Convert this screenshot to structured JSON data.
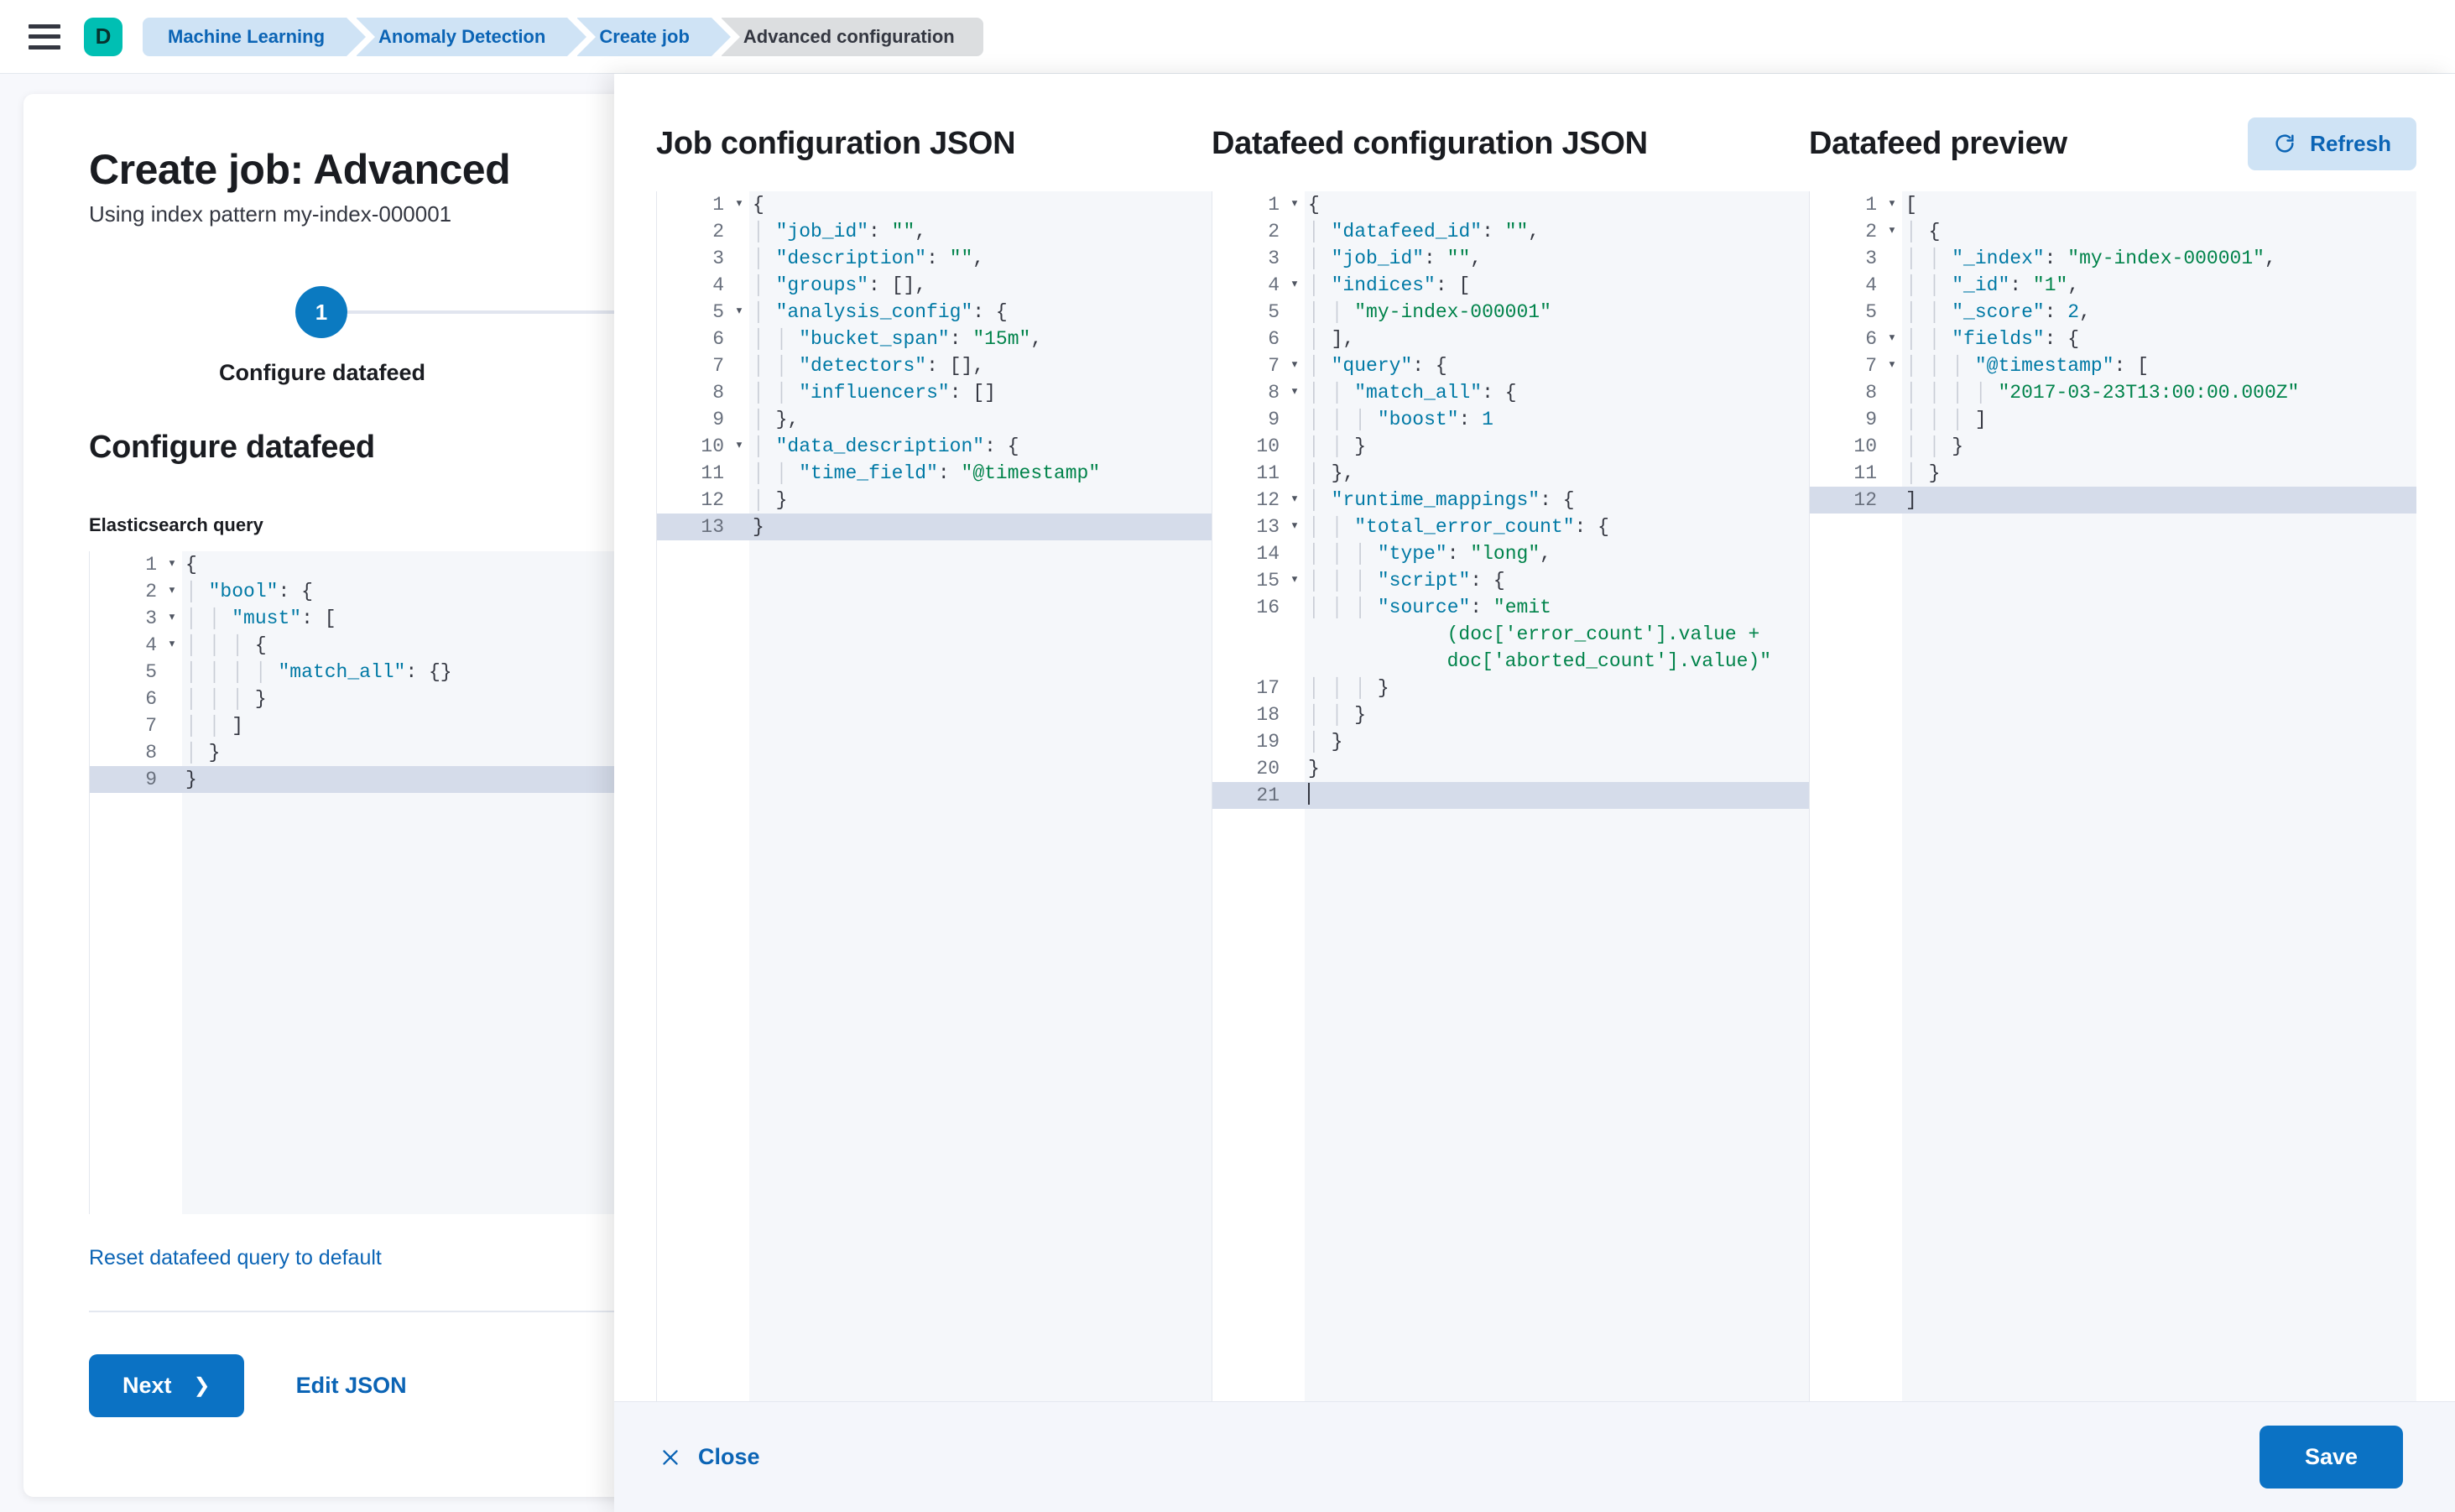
{
  "header": {
    "menu_icon": "hamburger-icon",
    "logo_letter": "D",
    "breadcrumbs": [
      {
        "label": "Machine Learning",
        "active": false
      },
      {
        "label": "Anomaly Detection",
        "active": false
      },
      {
        "label": "Create job",
        "active": false
      },
      {
        "label": "Advanced configuration",
        "active": true
      }
    ]
  },
  "wizard": {
    "title": "Create job: Advanced",
    "subtitle": "Using index pattern my-index-000001",
    "step_number": "1",
    "step_label": "Configure datafeed",
    "section_title": "Configure datafeed",
    "query_field_label": "Elasticsearch query",
    "reset_link": "Reset datafeed query to default",
    "next_label": "Next",
    "next_chevron": "chevron-right-icon",
    "edit_json_label": "Edit JSON",
    "query_editor": {
      "active_line": 9,
      "lines": [
        {
          "n": "1",
          "fold": true,
          "code": "{"
        },
        {
          "n": "2",
          "fold": true,
          "code": "  \"bool\": {"
        },
        {
          "n": "3",
          "fold": true,
          "code": "    \"must\": ["
        },
        {
          "n": "4",
          "fold": true,
          "code": "      {"
        },
        {
          "n": "5",
          "fold": false,
          "code": "        \"match_all\": {}"
        },
        {
          "n": "6",
          "fold": false,
          "code": "      }"
        },
        {
          "n": "7",
          "fold": false,
          "code": "    ]"
        },
        {
          "n": "8",
          "fold": false,
          "code": "  }"
        },
        {
          "n": "9",
          "fold": false,
          "code": "}"
        }
      ]
    }
  },
  "flyout": {
    "job_config": {
      "title": "Job configuration JSON",
      "active_line": 13,
      "lines": [
        {
          "n": "1",
          "fold": true,
          "code": "{"
        },
        {
          "n": "2",
          "fold": false,
          "code": "  \"job_id\": \"\","
        },
        {
          "n": "3",
          "fold": false,
          "code": "  \"description\": \"\","
        },
        {
          "n": "4",
          "fold": false,
          "code": "  \"groups\": [],"
        },
        {
          "n": "5",
          "fold": true,
          "code": "  \"analysis_config\": {"
        },
        {
          "n": "6",
          "fold": false,
          "code": "    \"bucket_span\": \"15m\","
        },
        {
          "n": "7",
          "fold": false,
          "code": "    \"detectors\": [],"
        },
        {
          "n": "8",
          "fold": false,
          "code": "    \"influencers\": []"
        },
        {
          "n": "9",
          "fold": false,
          "code": "  },"
        },
        {
          "n": "10",
          "fold": true,
          "code": "  \"data_description\": {"
        },
        {
          "n": "11",
          "fold": false,
          "code": "    \"time_field\": \"@timestamp\""
        },
        {
          "n": "12",
          "fold": false,
          "code": "  }"
        },
        {
          "n": "13",
          "fold": false,
          "code": "}"
        }
      ]
    },
    "datafeed_config": {
      "title": "Datafeed configuration JSON",
      "active_line": 21,
      "lines": [
        {
          "n": "1",
          "fold": true,
          "code": "{"
        },
        {
          "n": "2",
          "fold": false,
          "code": "  \"datafeed_id\": \"\","
        },
        {
          "n": "3",
          "fold": false,
          "code": "  \"job_id\": \"\","
        },
        {
          "n": "4",
          "fold": true,
          "code": "  \"indices\": ["
        },
        {
          "n": "5",
          "fold": false,
          "code": "    \"my-index-000001\""
        },
        {
          "n": "6",
          "fold": false,
          "code": "  ],"
        },
        {
          "n": "7",
          "fold": true,
          "code": "  \"query\": {"
        },
        {
          "n": "8",
          "fold": true,
          "code": "    \"match_all\": {"
        },
        {
          "n": "9",
          "fold": false,
          "code": "      \"boost\": 1"
        },
        {
          "n": "10",
          "fold": false,
          "code": "    }"
        },
        {
          "n": "11",
          "fold": false,
          "code": "  },"
        },
        {
          "n": "12",
          "fold": true,
          "code": "  \"runtime_mappings\": {"
        },
        {
          "n": "13",
          "fold": true,
          "code": "    \"total_error_count\": {"
        },
        {
          "n": "14",
          "fold": false,
          "code": "      \"type\": \"long\","
        },
        {
          "n": "15",
          "fold": true,
          "code": "      \"script\": {"
        },
        {
          "n": "16",
          "fold": false,
          "code": "        \"source\": \"emit(doc['error_count'].value + doc['aborted_count'].value)\"",
          "wrap": true
        },
        {
          "n": "17",
          "fold": false,
          "code": "      }"
        },
        {
          "n": "18",
          "fold": false,
          "code": "    }"
        },
        {
          "n": "19",
          "fold": false,
          "code": "  }"
        },
        {
          "n": "20",
          "fold": false,
          "code": "}"
        },
        {
          "n": "21",
          "fold": false,
          "code": "",
          "caret": true
        }
      ]
    },
    "datafeed_preview": {
      "title": "Datafeed preview",
      "refresh_label": "Refresh",
      "refresh_icon": "refresh-icon",
      "active_line": 12,
      "lines": [
        {
          "n": "1",
          "fold": true,
          "code": "["
        },
        {
          "n": "2",
          "fold": true,
          "code": "  {"
        },
        {
          "n": "3",
          "fold": false,
          "code": "    \"_index\": \"my-index-000001\","
        },
        {
          "n": "4",
          "fold": false,
          "code": "    \"_id\": \"1\","
        },
        {
          "n": "5",
          "fold": false,
          "code": "    \"_score\": 2,"
        },
        {
          "n": "6",
          "fold": true,
          "code": "    \"fields\": {"
        },
        {
          "n": "7",
          "fold": true,
          "code": "      \"@timestamp\": ["
        },
        {
          "n": "8",
          "fold": false,
          "code": "        \"2017-03-23T13:00:00.000Z\""
        },
        {
          "n": "9",
          "fold": false,
          "code": "      ]"
        },
        {
          "n": "10",
          "fold": false,
          "code": "    }"
        },
        {
          "n": "11",
          "fold": false,
          "code": "  }"
        },
        {
          "n": "12",
          "fold": false,
          "code": "]"
        }
      ]
    },
    "footer": {
      "close_label": "Close",
      "close_icon": "close-x-icon",
      "save_label": "Save"
    }
  },
  "colors": {
    "accent_blue": "#0b72c4",
    "link_blue": "#0b64b5",
    "brand_teal": "#00BFB3",
    "crumb_blue": "#cfe3f5",
    "crumb_active": "#dcdee0",
    "json_key": "#0079a5",
    "json_string": "#00834a",
    "editor_bg": "#f5f7fa",
    "active_line": "#d5dcea"
  }
}
